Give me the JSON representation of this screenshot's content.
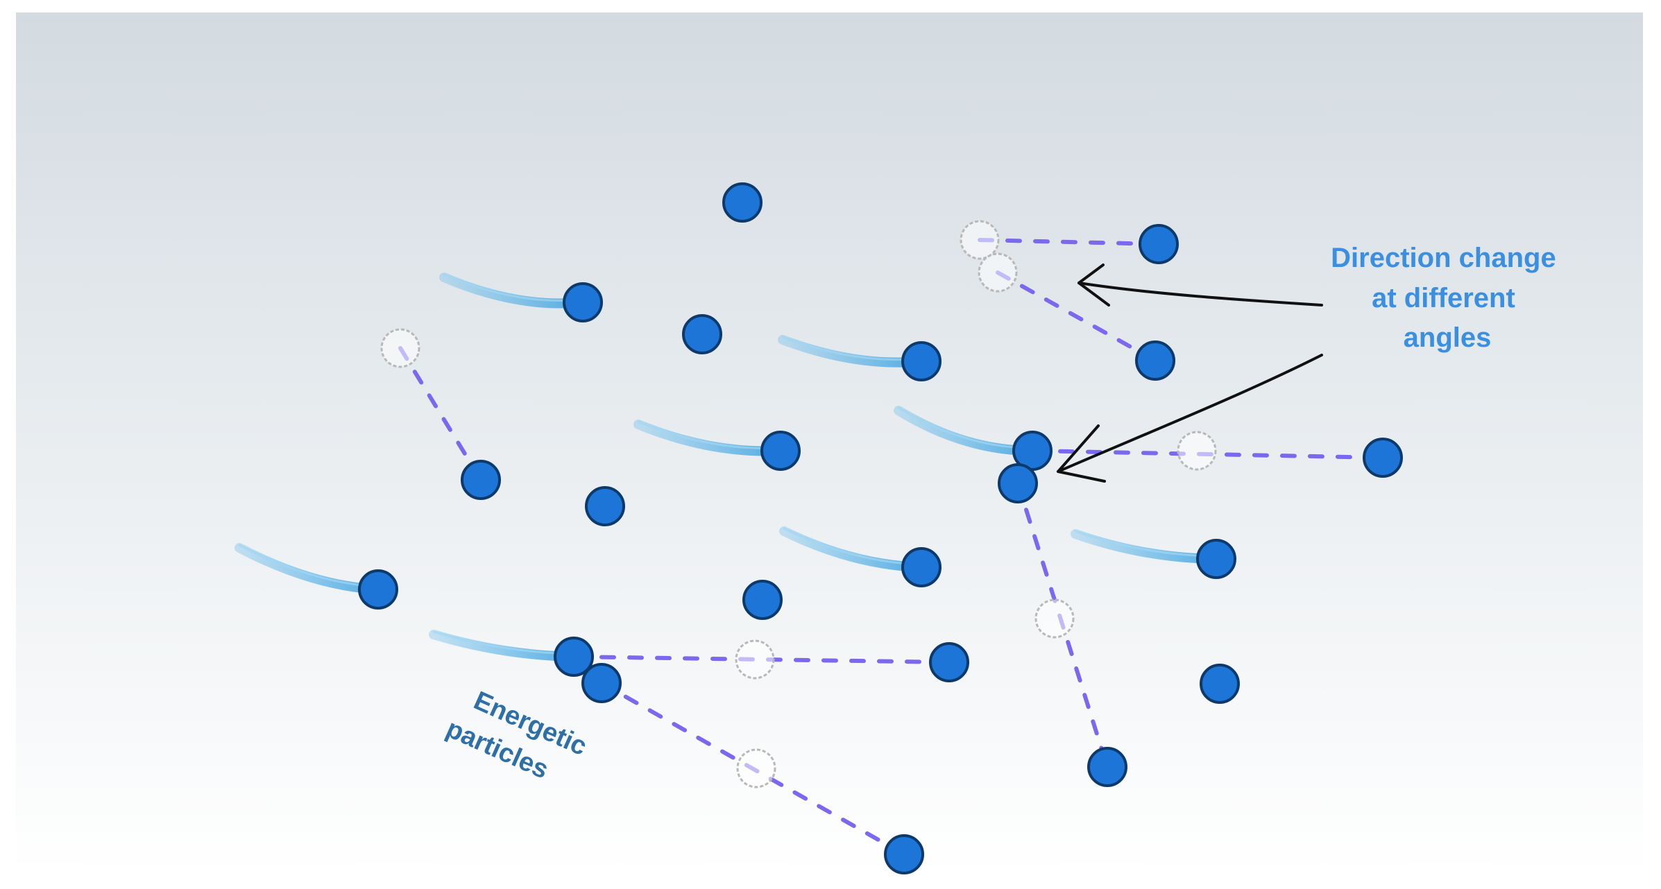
{
  "annotations": {
    "direction_change": [
      "Direction change",
      "at different",
      "angles"
    ],
    "energetic": [
      "Energetic",
      "particles"
    ]
  },
  "colors": {
    "particle_fill": "#1d75d8",
    "particle_stroke": "#0d3a6b",
    "ghost_stroke": "#b8b8b8",
    "path": "#7b68ee",
    "trail": "#56b4e9",
    "label_blue": "#3b8fe0",
    "label_dark": "#2f6fa8",
    "arrow": "#111111",
    "bg_top": "#d4dce2",
    "bg_bottom": "#ffffff"
  }
}
